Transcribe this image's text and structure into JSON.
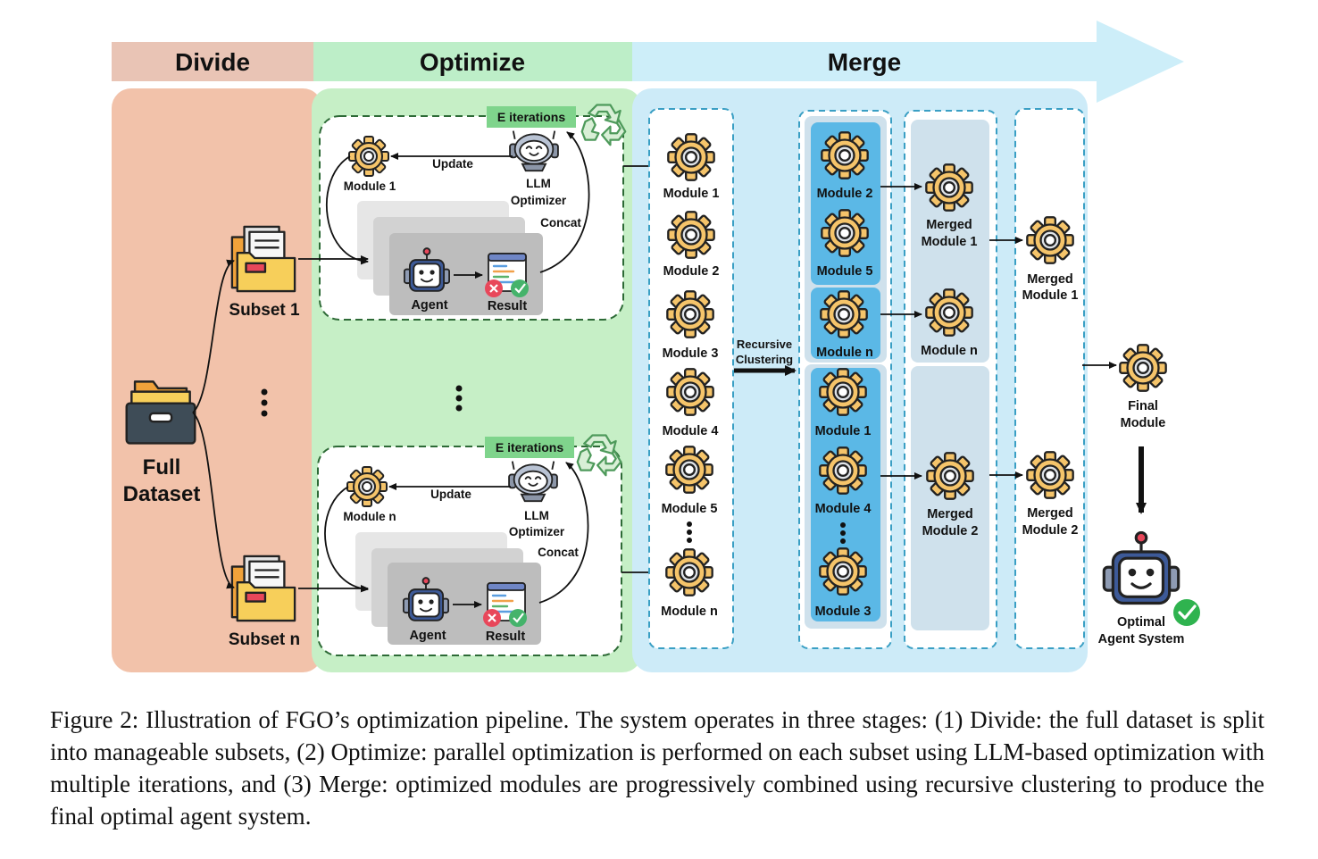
{
  "stages": {
    "divide": "Divide",
    "optimize": "Optimize",
    "merge": "Merge"
  },
  "divide": {
    "full_dataset_line1": "Full",
    "full_dataset_line2": "Dataset",
    "subset_1": "Subset 1",
    "subset_n": "Subset n"
  },
  "optimize": {
    "top": {
      "iterations": "E iterations",
      "module": "Module 1",
      "update": "Update",
      "optimizer_line1": "LLM",
      "optimizer_line2": "Optimizer",
      "concat": "Concat",
      "agent": "Agent",
      "result": "Result"
    },
    "bottom": {
      "iterations": "E iterations",
      "module": "Module n",
      "update": "Update",
      "optimizer_line1": "LLM",
      "optimizer_line2": "Optimizer",
      "concat": "Concat",
      "agent": "Agent",
      "result": "Result"
    }
  },
  "merge": {
    "modules": [
      "Module 1",
      "Module 2",
      "Module 3",
      "Module 4",
      "Module 5",
      "Module n"
    ],
    "recursive_line1": "Recursive",
    "recursive_line2": "Clustering",
    "clusters": {
      "a": [
        "Module 2",
        "Module 5"
      ],
      "b": [
        "Module n"
      ],
      "c": [
        "Module 1",
        "Module 4",
        "Module 3"
      ]
    },
    "level1": {
      "m1_line1": "Merged",
      "m1_line2": "Module 1",
      "mn": "Module n",
      "m2_line1": "Merged",
      "m2_line2": "Module 2"
    },
    "level2": {
      "m1_line1": "Merged",
      "m1_line2": "Module 1",
      "m2_line1": "Merged",
      "m2_line2": "Module 2"
    },
    "final_line1": "Final",
    "final_line2": "Module",
    "optimal_line1": "Optimal",
    "optimal_line2": "Agent System"
  },
  "caption": "Figure 2: Illustration of FGO’s optimization pipeline. The system operates in three stages: (1) Divide: the full dataset is split into manageable subsets, (2) Optimize: parallel optimization is performed on each subset using LLM-based optimization with multiple iterations, and (3) Merge: optimized modules are progressively combined using recursive clustering to produce the final optimal agent system.",
  "colors": {
    "divide_header": "#e9c4b5",
    "divide_panel": "#f2c2aa",
    "optimize_header": "#bdeec8",
    "optimize_panel": "#c6efc6",
    "merge_header": "#cdeef9",
    "merge_panel": "#cdebf8",
    "gear": "#f5c46a",
    "cluster": "#5bb8e6",
    "iter_badge": "#7fd48c"
  },
  "icons": [
    "gear-icon",
    "robot-icon",
    "folder-icon",
    "archive-box-icon",
    "recycle-icon",
    "checkmark-icon",
    "cross-icon",
    "result-document-icon"
  ]
}
